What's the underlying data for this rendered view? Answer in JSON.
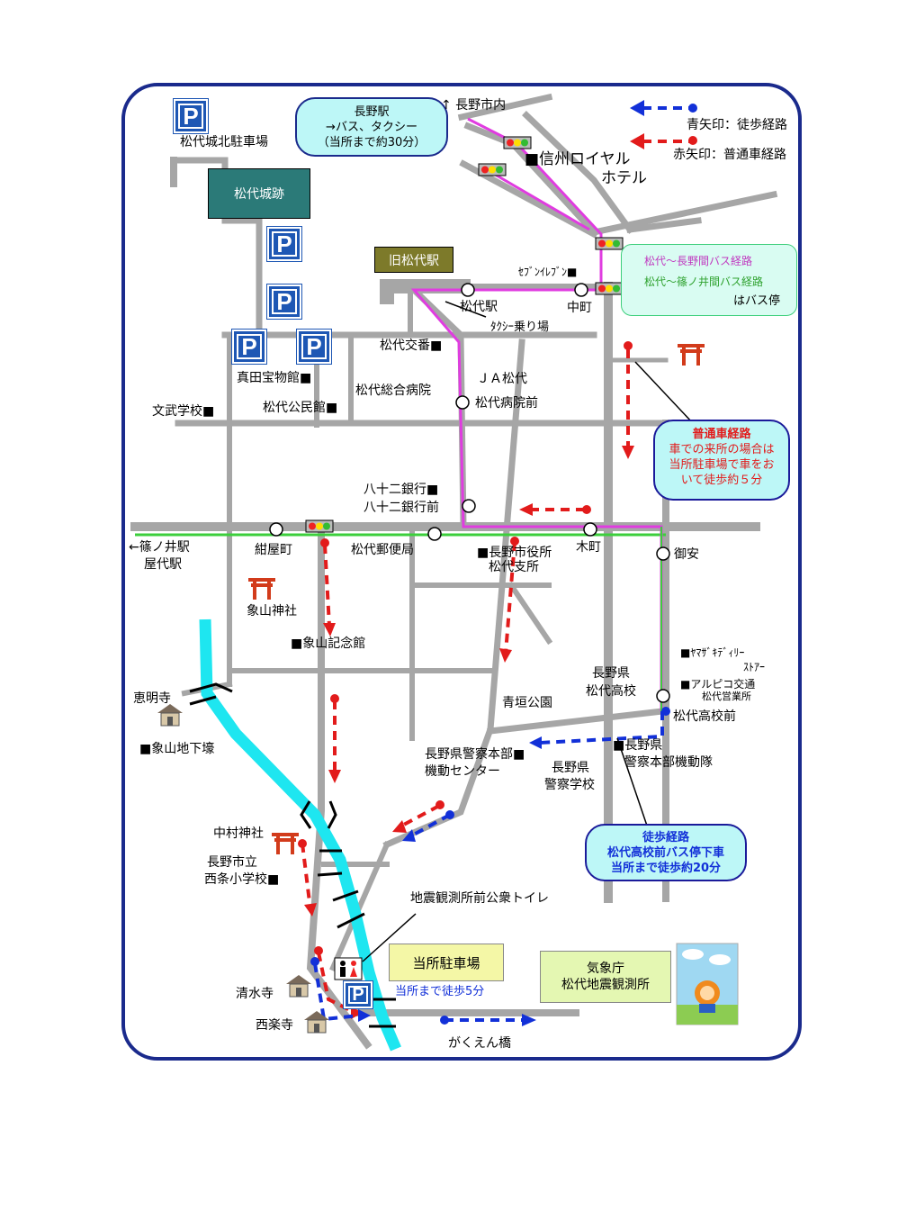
{
  "labels": {
    "matsushiro_castle_north_parking": "松代城北駐車場",
    "castle_ruins": "松代城跡",
    "old_station": "旧松代駅",
    "nagano_station": "長野駅",
    "nagano_station_sub1": "→バス、タクシー",
    "nagano_station_sub2": "（当所まで約30分）",
    "to_nagano_city": "↑ 長野市内",
    "hotel_line1": "■信州ロイヤル",
    "hotel_line2": "ホテル",
    "seven_eleven": "ｾﾌﾞﾝｲﾚﾌﾞﾝ■",
    "matsushiro_station": "松代駅",
    "nakamachi": "中町",
    "taxi_stand": "ﾀｸｼｰ乗り場",
    "koban": "松代交番■",
    "sanada_museum": "真田宝物館■",
    "ja": "ＪＡ松代",
    "general_hospital": "松代総合病院",
    "hospital_stop": "松代病院前",
    "public_hall": "松代公民館■",
    "bunbu_school": "文武学校■",
    "bank": "八十二銀行■",
    "bank_stop": "八十二銀行前",
    "to_shinonoi_1": "←篠ノ井駅",
    "to_shinonoi_2": "屋代駅",
    "konyamachi": "紺屋町",
    "post_office": "松代郵便局",
    "city_office_1": "■長野市役所",
    "city_office_2": "松代支所",
    "kimachi": "木町",
    "goyasu": "御安",
    "zozan_shrine": "象山神社",
    "zozan_memorial": "■象山記念館",
    "yamazaki": "■ﾔﾏｻﾞｷﾃﾞｨﾘｰ",
    "yamazaki2": "ｽﾄｱｰ",
    "alpico": "■アルピコ交通",
    "alpico2": "松代営業所",
    "high_school_1": "長野県",
    "high_school_2": "松代高校",
    "high_school_stop": "松代高校前",
    "emyoji": "恵明寺",
    "zozan_bunker": "■象山地下壕",
    "aogaki_park": "青垣公園",
    "police_hq_1": "長野県警察本部■",
    "police_hq_2": "機動センター",
    "police_school_1": "長野県",
    "police_school_2": "警察学校",
    "riot_police_1": "■長野県",
    "riot_police_2": "警察本部機動隊",
    "nakamura_shrine": "中村神社",
    "saijo_school_1": "長野市立",
    "saijo_school_2": "西条小学校■",
    "toilet": "地震観測所前公衆トイレ",
    "shimizudera": "清水寺",
    "sairakuji": "西楽寺",
    "gakuen_bridge": "がくえん橋",
    "our_parking": "当所駐車場",
    "walk5": "当所まで徒歩5分",
    "jma_1": "気象庁",
    "jma_2": "松代地震観測所",
    "parking_symbol": "P"
  },
  "legend": {
    "blue_arrow": "青矢印：徒歩経路",
    "red_arrow": "赤矢印：普通車経路",
    "bus_route_1": "松代～長野間バス経路",
    "bus_route_2": "松代～篠ノ井間バス経路",
    "bus_stop": "はバス停"
  },
  "callouts": {
    "car_title": "普通車経路",
    "car_line1": "車での来所の場合は",
    "car_line2": "当所駐車場で車をお",
    "car_line3": "いて徒歩約５分",
    "walk_title": "徒歩経路",
    "walk_line1": "松代高校前バス停下車",
    "walk_line2": "当所まで徒歩約20分"
  },
  "colors": {
    "road": "#a6a6a6",
    "border": "#1a2a8c",
    "river": "#1ee6f0",
    "bus_nagano": "#e03ce0",
    "bus_shinonoi": "#3ccf3c",
    "car_route": "#e21b1b",
    "walk_route": "#1230d8",
    "castle": "#2b7a78",
    "old_station": "#7d7a2a",
    "parking_box": "#f4f7a6",
    "jma_box": "#e4f7b2"
  }
}
